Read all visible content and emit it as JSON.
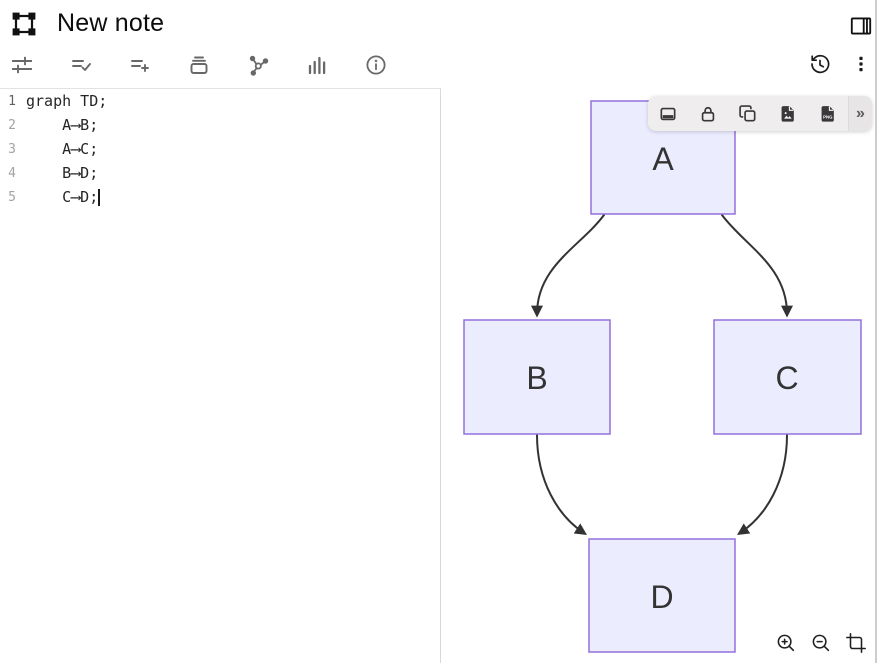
{
  "window": {
    "title": "New note"
  },
  "colors": {
    "node_fill": "#ECECFF",
    "node_border": "#9370DB",
    "edge": "#333333",
    "canvas_toolbar_bg": "#EFEDEE",
    "divider": "#E2E2E2"
  },
  "header": {
    "title": "New note",
    "icons": {
      "logo": "object-group-icon",
      "panel_toggle": "panel-right-icon"
    }
  },
  "toolbar": {
    "left_icons": [
      "adjustments",
      "list-check",
      "list-plus",
      "archive",
      "flowchart",
      "bar-chart",
      "info"
    ],
    "right_icons": [
      "history",
      "kebab-menu"
    ]
  },
  "editor": {
    "lines": [
      {
        "number": "1",
        "text": "graph TD;"
      },
      {
        "number": "2",
        "text": "    A⟶B;"
      },
      {
        "number": "3",
        "text": "    A⟶C;"
      },
      {
        "number": "4",
        "text": "    B⟶D;"
      },
      {
        "number": "5",
        "text": "    C⟶D;"
      }
    ],
    "cursor_line": 5
  },
  "diagram": {
    "type": "flowchart",
    "direction": "TD",
    "nodes": [
      {
        "id": "A",
        "label": "A"
      },
      {
        "id": "B",
        "label": "B"
      },
      {
        "id": "C",
        "label": "C"
      },
      {
        "id": "D",
        "label": "D"
      }
    ],
    "edges": [
      {
        "from": "A",
        "to": "B"
      },
      {
        "from": "A",
        "to": "C"
      },
      {
        "from": "B",
        "to": "D"
      },
      {
        "from": "C",
        "to": "D"
      }
    ],
    "node_fill": "#ECECFF",
    "edge_color": "#333333"
  },
  "canvas_toolbar": {
    "icons": [
      "panel-bottom",
      "lock",
      "copy",
      "image-export",
      "png-export",
      "expand"
    ],
    "png_label": "PNG",
    "expand_glyph": "»"
  },
  "canvas_controls": {
    "icons": [
      "zoom-in",
      "zoom-out",
      "crop"
    ]
  }
}
